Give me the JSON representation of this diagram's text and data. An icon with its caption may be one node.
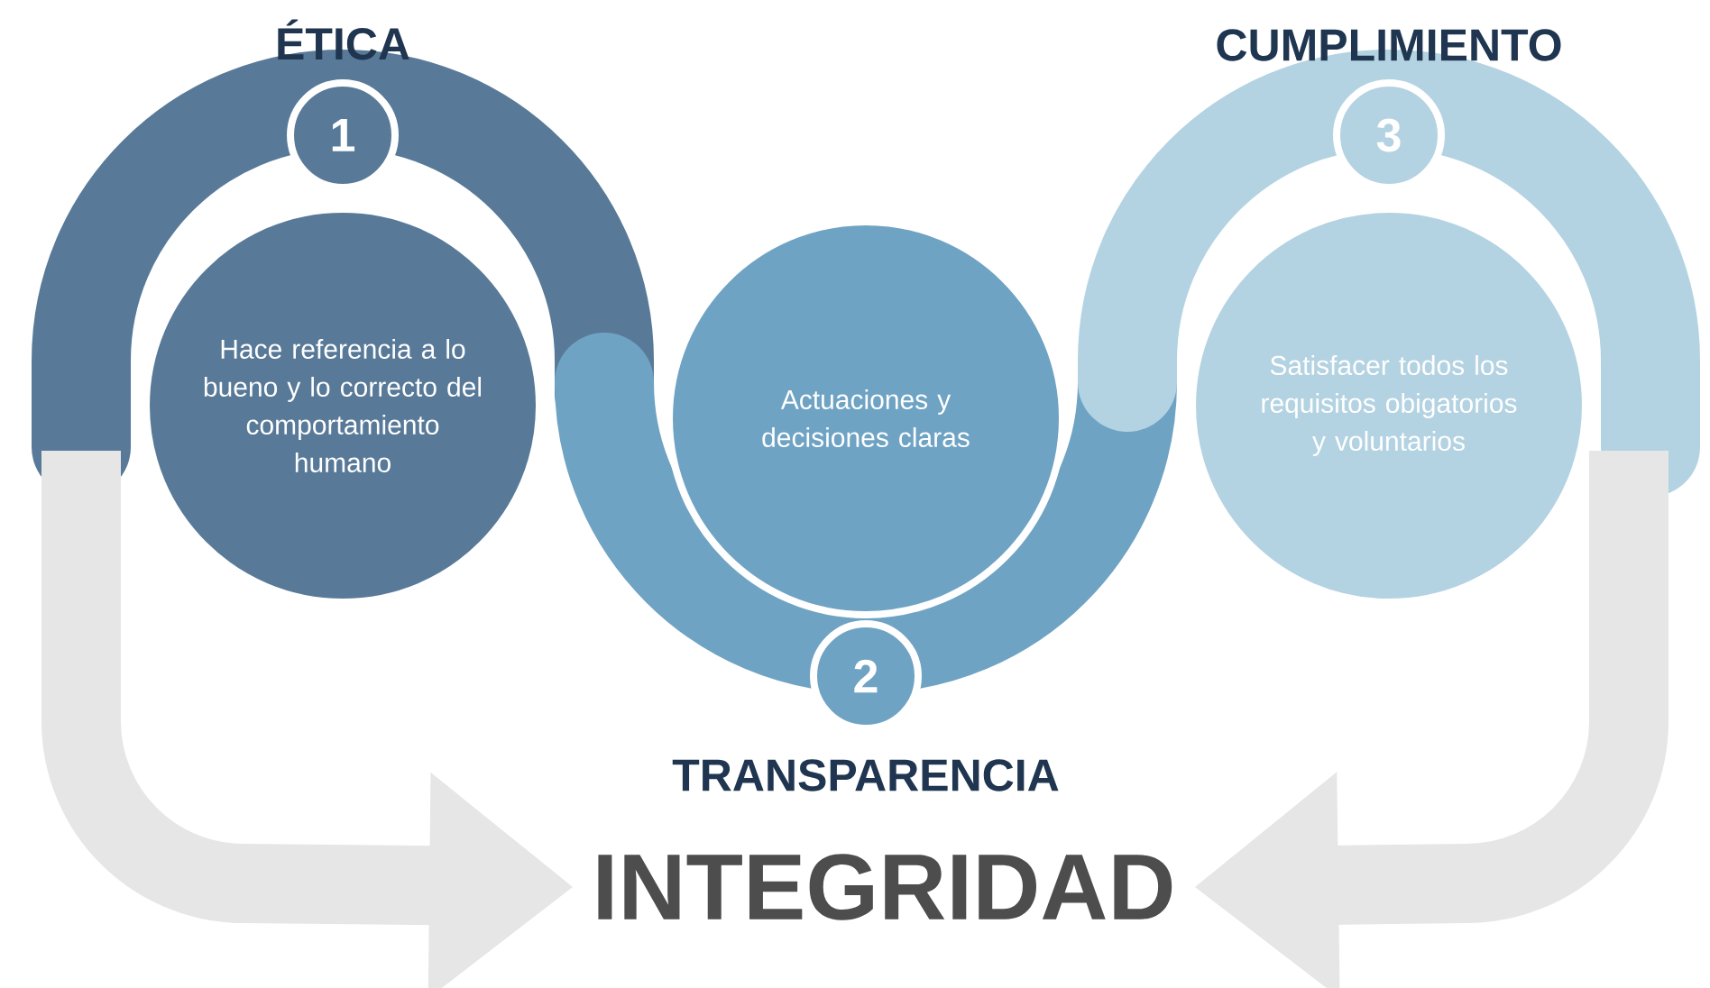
{
  "diagram": {
    "nodes": [
      {
        "text": [
          "1"
        ],
        "beside": [
          "ÉTICA"
        ]
      },
      {
        "text": [
          "Hace referencia a lo bueno y lo correcto del comportamiento humano"
        ]
      },
      {
        "text": [
          "Actuaciones y decisiones claras"
        ]
      },
      {
        "text": [
          "2"
        ],
        "beside": [
          "TRANSPARENCIA"
        ]
      },
      {
        "text": [
          "3"
        ],
        "beside": [
          "CUMPLIMIENTO"
        ]
      },
      {
        "text": [
          "Satisfacer todos los requisitos obigatorios y voluntarios"
        ]
      },
      {
        "text": [
          "INTEGRIDAD"
        ]
      }
    ],
    "edges": [
      {
        "from": null,
        "to": 6,
        "arrow": "to"
      },
      {
        "from": null,
        "to": 6,
        "arrow": "to"
      }
    ]
  }
}
